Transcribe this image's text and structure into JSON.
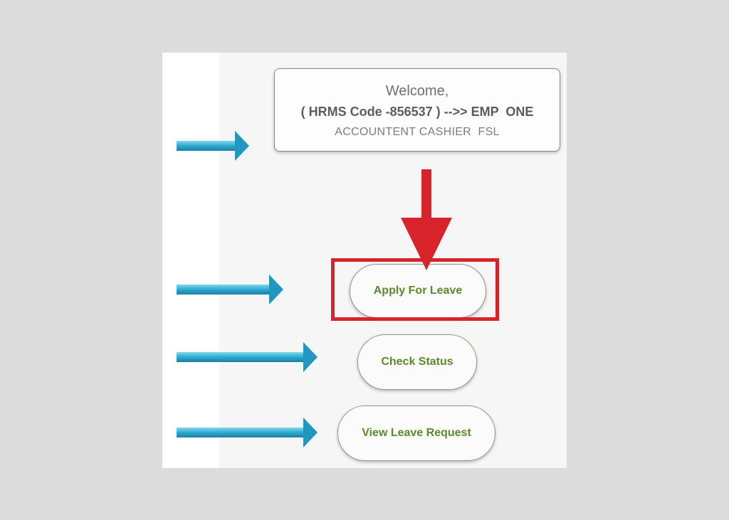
{
  "welcome": {
    "title": "Welcome,",
    "code_line": "( HRMS Code -856537 ) -->> EMP  ONE",
    "role_line": "ACCOUNTENT CASHIER  FSL"
  },
  "menu": {
    "apply_label": "Apply For Leave",
    "status_label": "Check Status",
    "view_label": "View Leave Request"
  },
  "colors": {
    "background": "#dcdcdc",
    "button_text": "#5b8a2c",
    "highlight": "#d9232a",
    "pointer_arrow": "#3ab6d8"
  },
  "icons": {
    "pointer": "arrow-right-icon",
    "indicator": "arrow-down-icon"
  }
}
